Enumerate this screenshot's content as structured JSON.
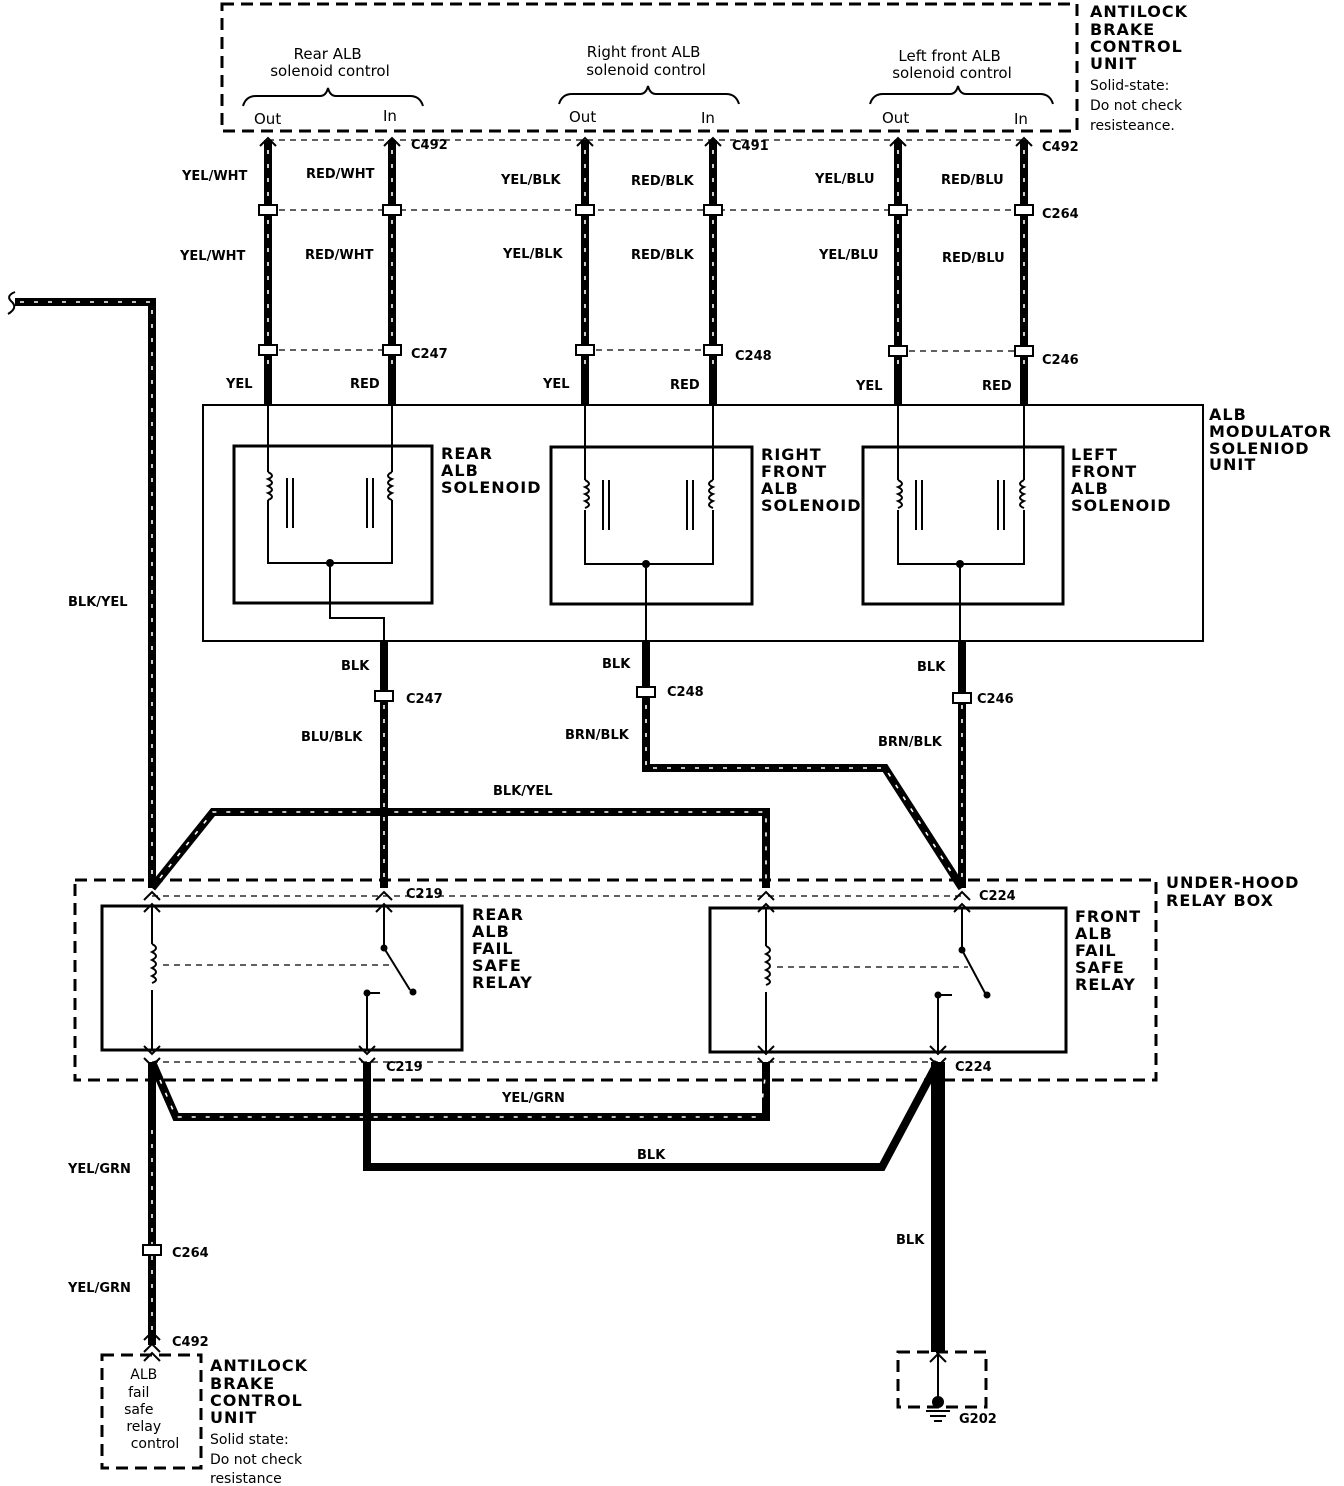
{
  "control_unit_top": {
    "title_lines": [
      "ANTILOCK",
      "BRAKE",
      "CONTROL",
      "UNIT"
    ],
    "note_lines": [
      "Solid-state:",
      "Do not check",
      "resisteance."
    ],
    "groups": [
      {
        "label_lines": [
          "Rear ALB",
          "solenoid control"
        ],
        "out": "Out",
        "in": "In"
      },
      {
        "label_lines": [
          "Right front ALB",
          "solenoid control"
        ],
        "out": "Out",
        "in": "In"
      },
      {
        "label_lines": [
          "Left front ALB",
          "solenoid control"
        ],
        "out": "Out",
        "in": "In"
      }
    ]
  },
  "connectors": {
    "rear_top": "C492",
    "right_front_top": "C491",
    "left_front_top": "C492",
    "inline_top": "C264",
    "rear_mid": "C247",
    "right_front_mid": "C248",
    "left_front_mid": "C246",
    "rear_relay": "C219",
    "front_relay": "C224",
    "fail_safe_inline": "C264",
    "fail_safe_unit": "C492",
    "ground": "G202"
  },
  "wires": {
    "rear_out_upper": "YEL/WHT",
    "rear_in_upper": "RED/WHT",
    "rear_out_lower": "YEL/WHT",
    "rear_in_lower": "RED/WHT",
    "rf_out_upper": "YEL/BLK",
    "rf_in_upper": "RED/BLK",
    "rf_out_lower": "YEL/BLK",
    "rf_in_lower": "RED/BLK",
    "lf_out_upper": "YEL/BLU",
    "lf_in_upper": "RED/BLU",
    "lf_out_lower": "YEL/BLU",
    "lf_in_lower": "RED/BLU",
    "rear_yel": "YEL",
    "rear_red": "RED",
    "rf_yel": "YEL",
    "rf_red": "RED",
    "lf_yel": "YEL",
    "lf_red": "RED",
    "feed_left": "BLK/YEL",
    "feed_cross": "BLK/YEL",
    "rear_blk": "BLK",
    "rear_blu_blk": "BLU/BLK",
    "rf_blk": "BLK",
    "rf_brn_blk": "BRN/BLK",
    "lf_blk": "BLK",
    "lf_brn_blk": "BRN/BLK",
    "relay_yel_grn": "YEL/GRN",
    "relay_blk": "BLK",
    "yel_grn_upper": "YEL/GRN",
    "yel_grn_lower": "YEL/GRN",
    "ground_blk": "BLK"
  },
  "modulator_unit": {
    "title_lines": [
      "ALB",
      "MODULATOR",
      "SOLENIOD",
      "UNIT"
    ],
    "solenoids": [
      {
        "label_lines": [
          "REAR",
          "ALB",
          "SOLENOID"
        ]
      },
      {
        "label_lines": [
          "RIGHT",
          "FRONT",
          "ALB",
          "SOLENOID"
        ]
      },
      {
        "label_lines": [
          "LEFT",
          "FRONT",
          "ALB",
          "SOLENOID"
        ]
      }
    ]
  },
  "relay_box": {
    "title_lines": [
      "UNDER-HOOD",
      "RELAY BOX"
    ],
    "rear_relay_lines": [
      "REAR",
      "ALB",
      "FAIL",
      "SAFE",
      "RELAY"
    ],
    "front_relay_lines": [
      "FRONT",
      "ALB",
      "FAIL",
      "SAFE",
      "RELAY"
    ]
  },
  "control_unit_bottom": {
    "inner_lines": [
      "ALB",
      "fail",
      "safe",
      "relay",
      "control"
    ],
    "title_lines": [
      "ANTILOCK",
      "BRAKE",
      "CONTROL",
      "UNIT"
    ],
    "note_lines": [
      "Solid state:",
      "Do not check",
      "resistance"
    ]
  }
}
